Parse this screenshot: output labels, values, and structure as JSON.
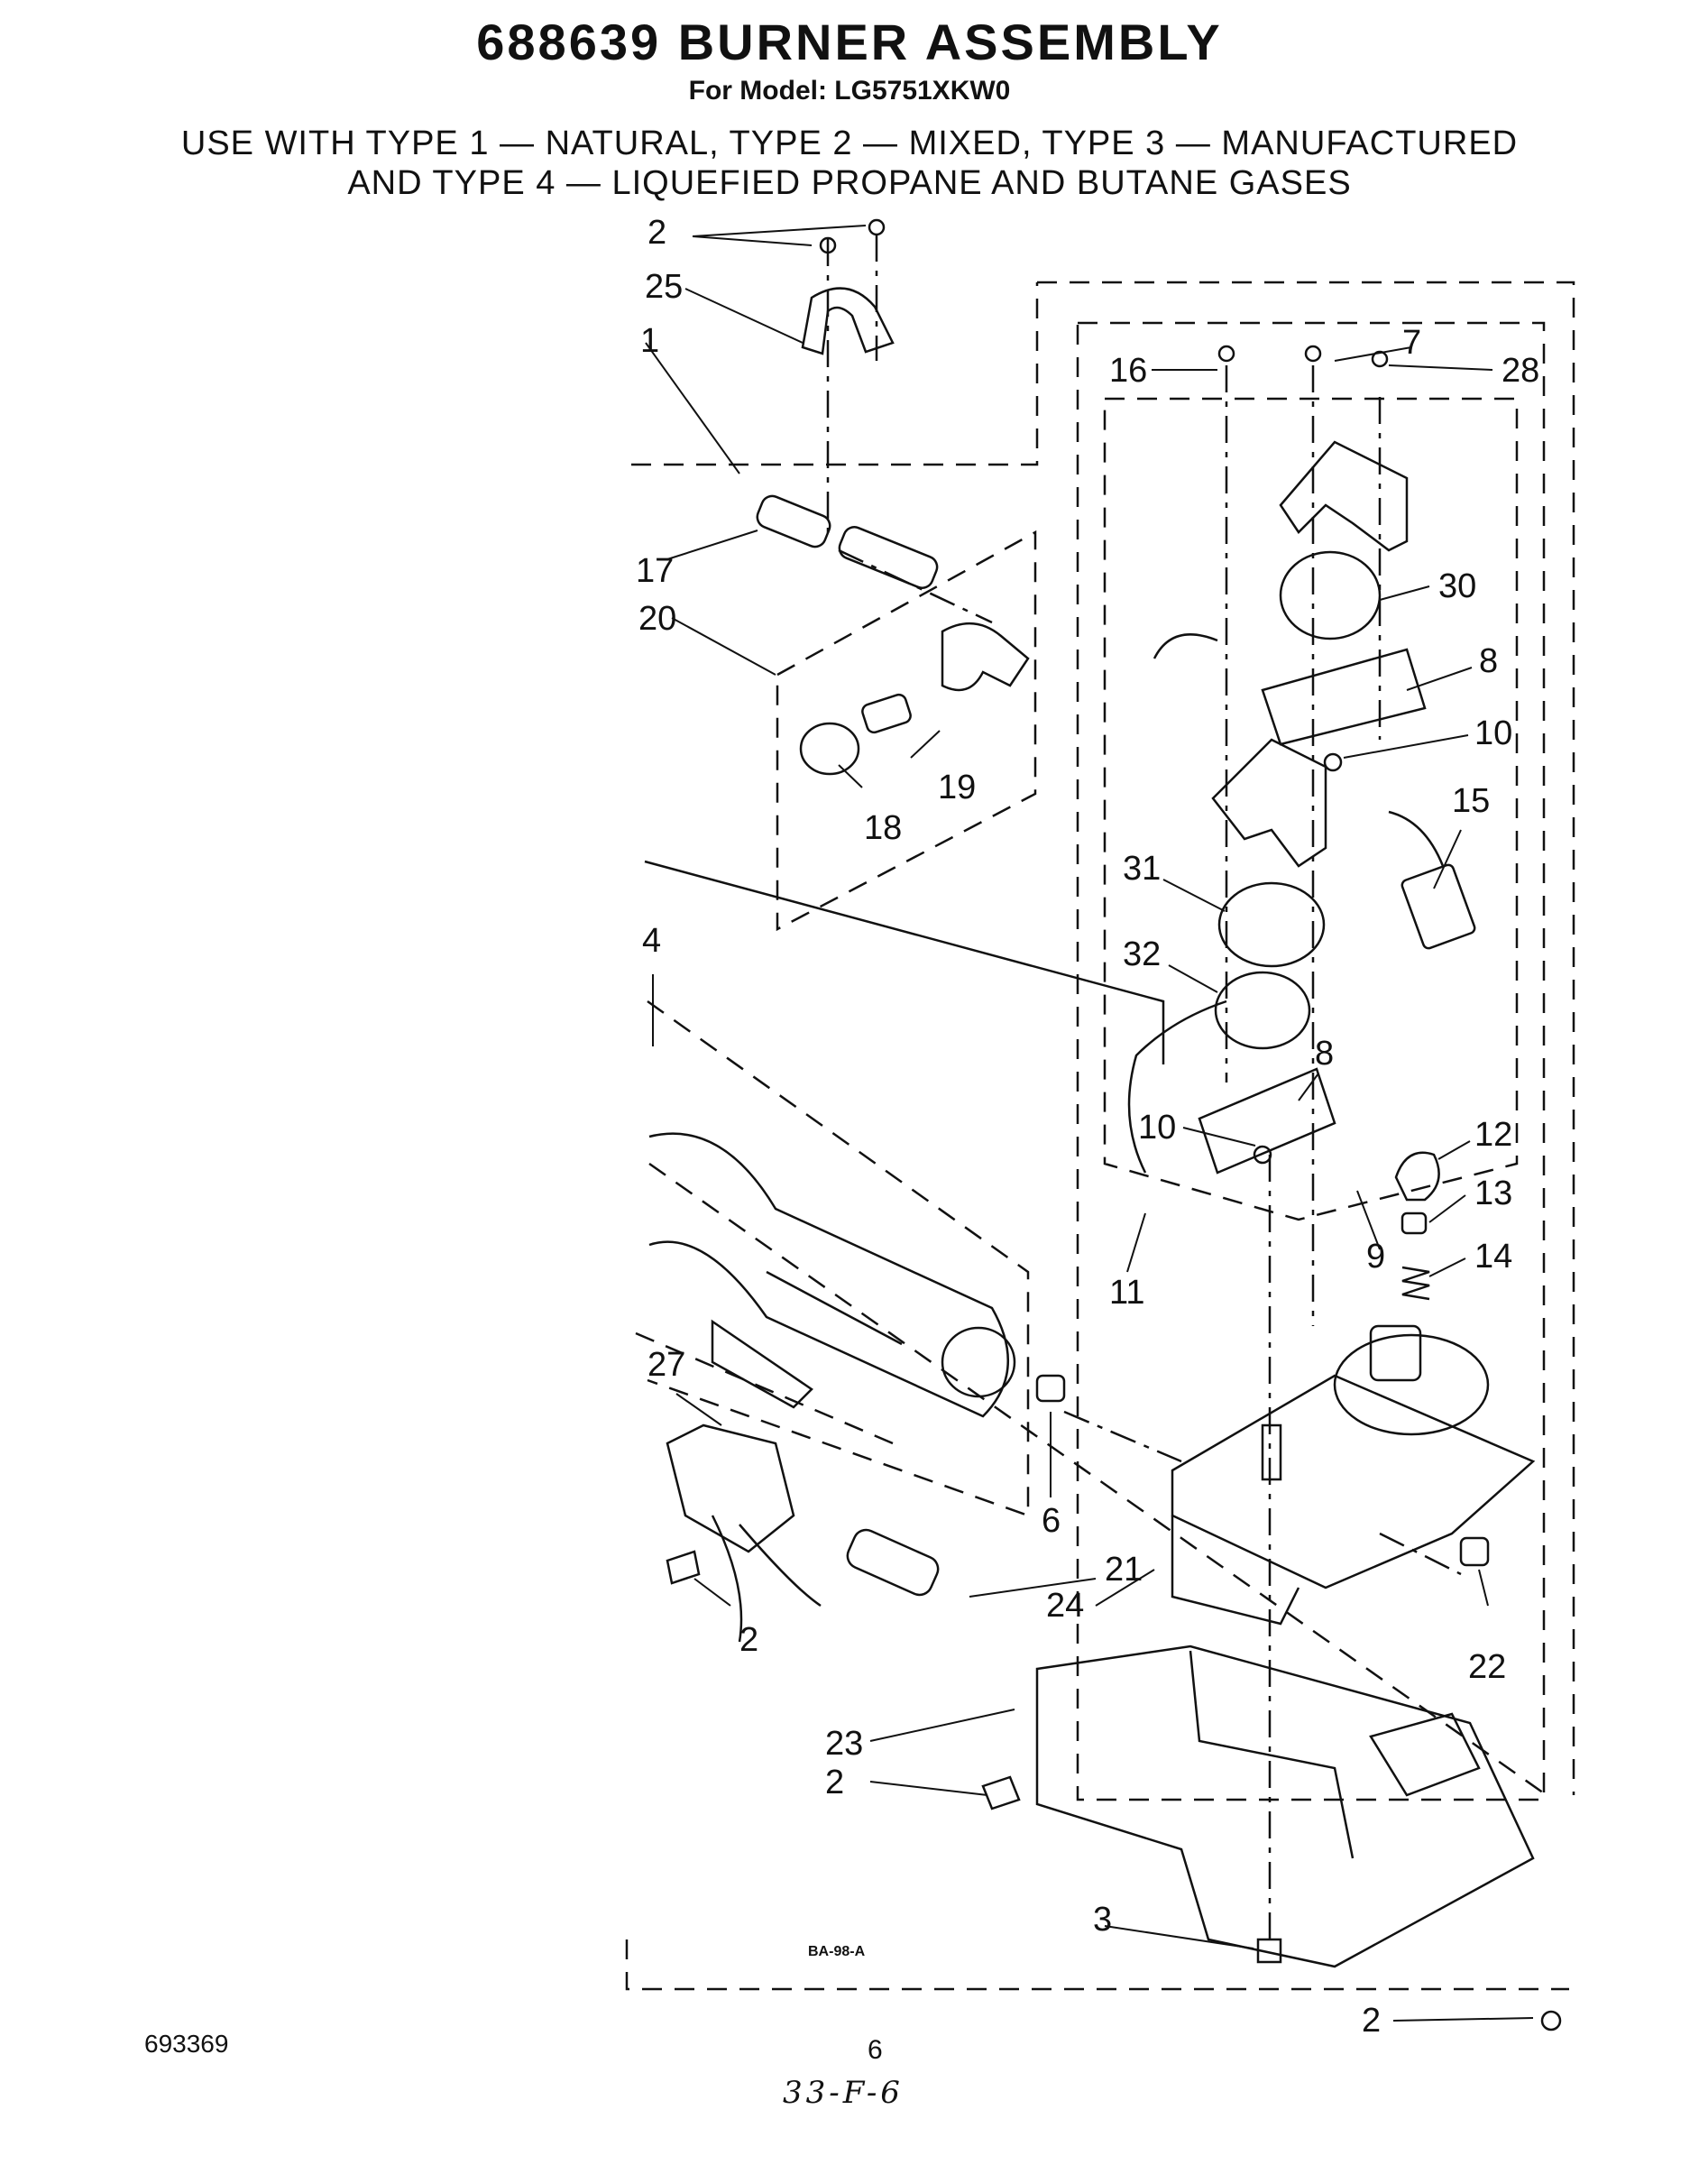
{
  "header": {
    "title": "688639 BURNER ASSEMBLY",
    "model": "For Model: LG5751XKW0",
    "gas_types_line1": "USE WITH TYPE 1 — NATURAL, TYPE 2 — MIXED, TYPE 3 — MANUFACTURED",
    "gas_types_line2": "AND TYPE 4 — LIQUEFIED PROPANE AND BUTANE GASES"
  },
  "callouts": [
    "2",
    "25",
    "1",
    "17",
    "20",
    "19",
    "18",
    "4",
    "27",
    "6",
    "21",
    "24",
    "2",
    "22",
    "23",
    "2",
    "3",
    "2",
    "16",
    "7",
    "28",
    "30",
    "8",
    "10",
    "15",
    "31",
    "32",
    "8",
    "10",
    "12",
    "13",
    "9",
    "14",
    "11"
  ],
  "diagram_ref": "BA-98-A",
  "footer": {
    "doc_number": "693369",
    "page_number": "6",
    "handwritten": "33-F-6"
  }
}
